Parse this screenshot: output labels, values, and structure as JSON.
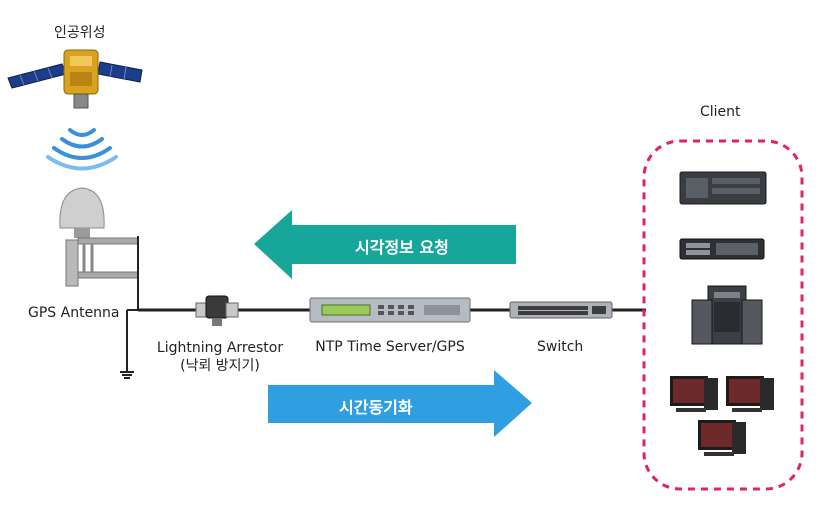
{
  "labels": {
    "satellite": "인공위성",
    "client": "Client",
    "gps_antenna": "GPS Antenna",
    "arrestor_line1": "Lightning Arrestor",
    "arrestor_line2": "(낙뢰 방지기)",
    "ntp_server": "NTP Time Server/GPS",
    "switch": "Switch"
  },
  "arrows": {
    "request": "시각정보 요청",
    "sync": "시간동기화"
  },
  "colors": {
    "request_arrow": "#17a79a",
    "sync_arrow": "#2f9fe2",
    "client_border": "#e0245e",
    "cable": "#222222"
  }
}
